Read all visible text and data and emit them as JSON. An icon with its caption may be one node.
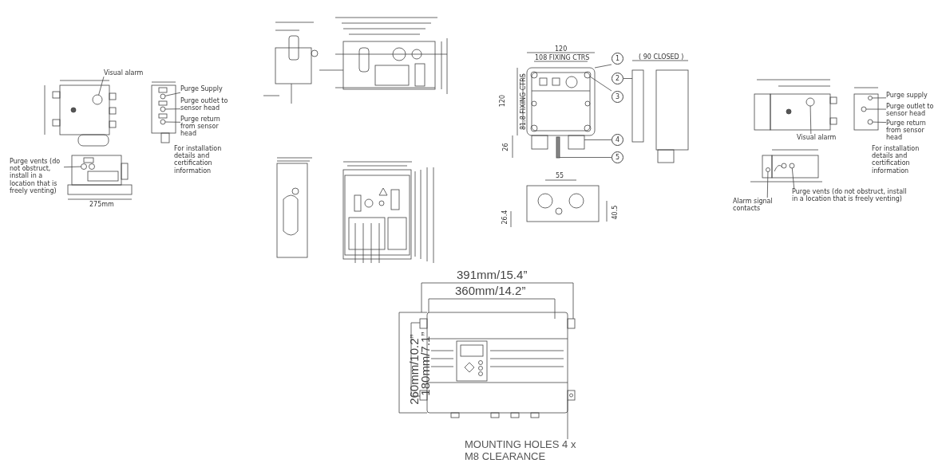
{
  "diagram": {
    "nodes": [
      {
        "text": [
          "Visual alarm"
        ]
      },
      {
        "text": [
          "Purge Supply"
        ]
      },
      {
        "text": [
          "Purge outlet to sensor head"
        ]
      },
      {
        "text": [
          "Purge return from sensor head"
        ]
      },
      {
        "text": [
          "Purge vents (do not obstruct, install in a location that is freely venting)"
        ]
      },
      {
        "text": [
          "1"
        ]
      },
      {
        "text": [
          "2"
        ]
      },
      {
        "text": [
          "3"
        ]
      },
      {
        "text": [
          "4"
        ]
      },
      {
        "text": [
          "5"
        ]
      },
      {
        "text": [
          "Purge supply"
        ]
      },
      {
        "text": [
          "Purge outlet to sensor head"
        ]
      },
      {
        "text": [
          "Purge return from sensor head"
        ]
      },
      {
        "text": [
          "Visual alarm"
        ]
      },
      {
        "text": [
          "Purge vents (do not obstruct, install in a location that is freely venting)"
        ]
      },
      {
        "text": [
          "Alarm signal contacts"
        ]
      },
      {
        "text": [
          "MOUNTING HOLES 4 x M8 CLEARANCE"
        ]
      },
      {
        "text": [],
        "shape": "circle"
      },
      {
        "text": [],
        "shape": "circle"
      },
      {
        "text": [],
        "shape": "circle"
      },
      {
        "text": [],
        "shape": "circle"
      },
      {
        "text": [],
        "shape": "circle"
      },
      {
        "text": [],
        "shape": "box"
      },
      {
        "text": [],
        "shape": "circle",
        "in": 22
      },
      {
        "text": [],
        "shape": "box"
      },
      {
        "text": [],
        "shape": "box"
      },
      {
        "text": [],
        "shape": "bar"
      },
      {
        "text": [],
        "shape": "circle"
      },
      {
        "text": [],
        "shape": "circle"
      },
      {
        "text": [],
        "shape": "circle"
      },
      {
        "text": [],
        "shape": "circle"
      },
      {
        "text": [],
        "shape": "circle"
      },
      {
        "text": [],
        "shape": "circle"
      },
      {
        "text": [],
        "shape": "box"
      }
    ],
    "edges": [
      {
        "from": 0,
        "to": 17,
        "arrow": "none"
      },
      {
        "from": 1,
        "to": 18,
        "arrow": "none"
      },
      {
        "from": 2,
        "to": 19,
        "arrow": "none"
      },
      {
        "from": 3,
        "to": 20,
        "arrow": "none"
      },
      {
        "from": 4,
        "to": 21,
        "arrow": "none"
      },
      {
        "from": 5,
        "to": 22,
        "arrow": "none"
      },
      {
        "from": 6,
        "to": 24,
        "arrow": "none"
      },
      {
        "from": 7,
        "to": 23,
        "arrow": "none"
      },
      {
        "from": 8,
        "to": 25,
        "arrow": "none"
      },
      {
        "from": 9,
        "to": 26,
        "arrow": "none"
      },
      {
        "from": 10,
        "to": 28,
        "arrow": "none"
      },
      {
        "from": 11,
        "to": 29,
        "arrow": "none"
      },
      {
        "from": 12,
        "to": 30,
        "arrow": "none"
      },
      {
        "from": 13,
        "to": 27,
        "arrow": "none"
      },
      {
        "from": 14,
        "to": 31,
        "arrow": "none"
      },
      {
        "from": 15,
        "to": 32,
        "arrow": "none"
      },
      {
        "from": 16,
        "to": 33,
        "arrow": "none"
      }
    ],
    "labels": [
      "275mm",
      "For installation details and certification information",
      "120",
      "108 FIXING CTRS",
      "120",
      "81.8 FIXING CTRS",
      "26",
      "( 90 CLOSED )",
      "55",
      "26.4",
      "40.5",
      "For installation details and certification information",
      "391mm/15.4”",
      "360mm/14.2”",
      "260mm/10.2”",
      "180mm/7.1”"
    ]
  }
}
